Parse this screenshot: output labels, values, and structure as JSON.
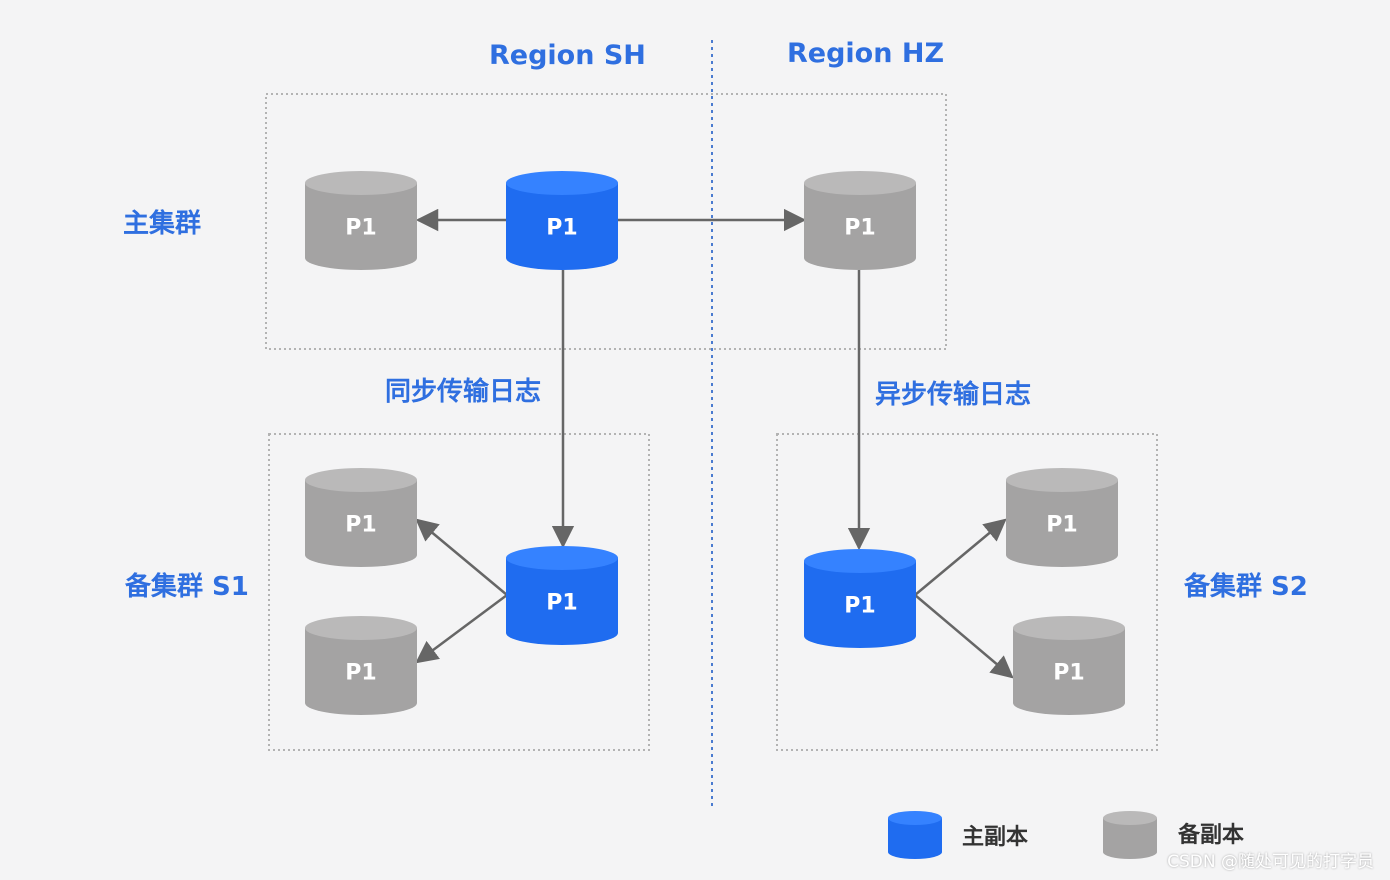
{
  "regions": {
    "left": "Region SH",
    "right": "Region HZ"
  },
  "clusters": {
    "primary": "主集群",
    "standby1": "备集群 S1",
    "standby2": "备集群 S2"
  },
  "edges": {
    "sync": "同步传输日志",
    "async": "异步传输日志"
  },
  "node_label": "P1",
  "legend": {
    "primary_replica": "主副本",
    "standby_replica": "备副本"
  },
  "watermark": "CSDN @随处可见的打字员",
  "colors": {
    "primary": "#1f6cf0",
    "standby": "#a4a3a3",
    "accent_text": "#2f6fe0",
    "arrow": "#666666"
  }
}
